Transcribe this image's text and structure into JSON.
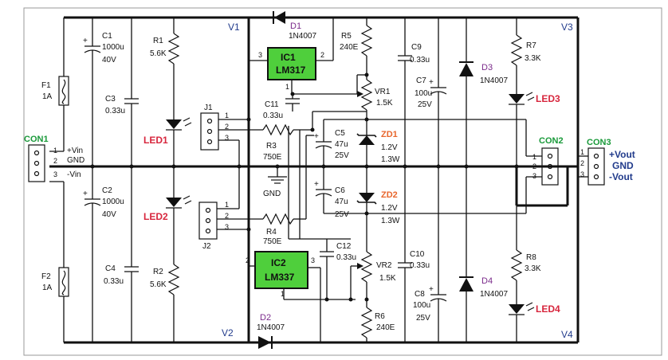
{
  "nodes": {
    "v1": "V1",
    "v2": "V2",
    "v3": "V3",
    "v4": "V4"
  },
  "connectors": {
    "con1": {
      "ref": "CON1",
      "pins": [
        "1",
        "2",
        "3"
      ],
      "labels": [
        "+Vin",
        "GND",
        "-Vin"
      ]
    },
    "con2": {
      "ref": "CON2",
      "pins": [
        "1",
        "2",
        "3"
      ]
    },
    "con3": {
      "ref": "CON3",
      "pins": [
        "1",
        "2",
        "3"
      ],
      "labels": [
        "+Vout",
        "GND",
        "-Vout"
      ]
    },
    "j1": {
      "ref": "J1",
      "pins": [
        "1",
        "2",
        "3"
      ]
    },
    "j2": {
      "ref": "J2",
      "pins": [
        "1",
        "2",
        "3"
      ]
    }
  },
  "fuses": {
    "f1": {
      "ref": "F1",
      "value": "1A"
    },
    "f2": {
      "ref": "F2",
      "value": "1A"
    }
  },
  "capacitors": {
    "c1": {
      "ref": "C1",
      "value": "1000u",
      "voltage": "40V"
    },
    "c2": {
      "ref": "C2",
      "value": "1000u",
      "voltage": "40V"
    },
    "c3": {
      "ref": "C3",
      "value": "0.33u"
    },
    "c4": {
      "ref": "C4",
      "value": "0.33u"
    },
    "c5": {
      "ref": "C5",
      "value": "47u",
      "voltage": "25V"
    },
    "c6": {
      "ref": "C6",
      "value": "47u",
      "voltage": "25V"
    },
    "c7": {
      "ref": "C7",
      "value": "100u",
      "voltage": "25V"
    },
    "c8": {
      "ref": "C8",
      "value": "100u",
      "voltage": "25V"
    },
    "c9": {
      "ref": "C9",
      "value": "0.33u"
    },
    "c10": {
      "ref": "C10",
      "value": "0.33u"
    },
    "c11": {
      "ref": "C11",
      "value": "0.33u"
    },
    "c12": {
      "ref": "C12",
      "value": "0.33u"
    }
  },
  "resistors": {
    "r1": {
      "ref": "R1",
      "value": "5.6K"
    },
    "r2": {
      "ref": "R2",
      "value": "5.6K"
    },
    "r3": {
      "ref": "R3",
      "value": "750E"
    },
    "r4": {
      "ref": "R4",
      "value": "750E"
    },
    "r5": {
      "ref": "R5",
      "value": "240E"
    },
    "r6": {
      "ref": "R6",
      "value": "240E"
    },
    "r7": {
      "ref": "R7",
      "value": "3.3K"
    },
    "r8": {
      "ref": "R8",
      "value": "3.3K"
    },
    "vr1": {
      "ref": "VR1",
      "value": "1.5K"
    },
    "vr2": {
      "ref": "VR2",
      "value": "1.5K"
    }
  },
  "diodes": {
    "d1": {
      "ref": "D1",
      "value": "1N4007"
    },
    "d2": {
      "ref": "D2",
      "value": "1N4007"
    },
    "d3": {
      "ref": "D3",
      "value": "1N4007"
    },
    "d4": {
      "ref": "D4",
      "value": "1N4007"
    },
    "zd1": {
      "ref": "ZD1",
      "value": "1.2V",
      "power": "1.3W"
    },
    "zd2": {
      "ref": "ZD2",
      "value": "1.2V",
      "power": "1.3W"
    }
  },
  "leds": {
    "led1": "LED1",
    "led2": "LED2",
    "led3": "LED3",
    "led4": "LED4"
  },
  "ics": {
    "ic1": {
      "ref": "IC1",
      "part": "LM317",
      "pins": [
        "1",
        "2",
        "3"
      ]
    },
    "ic2": {
      "ref": "IC2",
      "part": "LM337",
      "pins": [
        "1",
        "2",
        "3"
      ]
    }
  },
  "ground_label": "GND",
  "colors": {
    "ic_fill": "#4fcf3c",
    "led_label": "#d7263d",
    "zener_label": "#e8662c",
    "connector_label": "#1a9a3a",
    "node_label": "#223c8c",
    "diode_label": "#7a2a8a"
  }
}
